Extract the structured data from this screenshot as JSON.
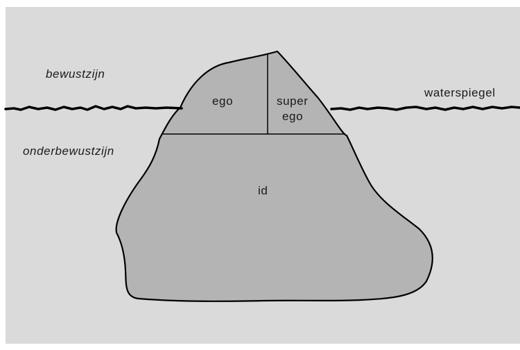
{
  "labels": {
    "conscious": "bewustzijn",
    "subconscious": "onderbewustzijn",
    "waterline": "waterspiegel",
    "ego": "ego",
    "superego_line1": "super",
    "superego_line2": "ego",
    "id": "id"
  },
  "colors": {
    "background": "#dadada",
    "iceberg_fill": "#b4b4b4",
    "outline": "#000000"
  }
}
